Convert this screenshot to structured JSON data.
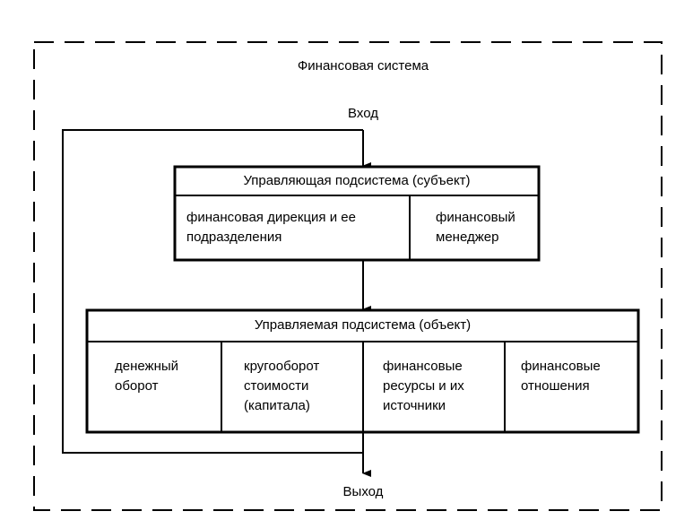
{
  "diagram": {
    "title": "Финансовая система",
    "input_label": "Вход",
    "output_label": "Выход",
    "controlling_subsystem": {
      "header": "Управляющая подсистема (субъект)",
      "cells": [
        {
          "lines": [
            "финансовая дирекция и ее",
            "подразделения"
          ]
        },
        {
          "lines": [
            "финансовый",
            "менеджер"
          ]
        }
      ]
    },
    "controlled_subsystem": {
      "header": "Управляемая подсистема (объект)",
      "cells": [
        {
          "lines": [
            "денежный",
            "оборот"
          ]
        },
        {
          "lines": [
            "кругооборот",
            "стоимости",
            "(капитала)"
          ]
        },
        {
          "lines": [
            "финансовые",
            "ресурсы и их",
            "источники"
          ]
        },
        {
          "lines": [
            "финансовые",
            "отношения"
          ]
        }
      ]
    },
    "connections": [
      {
        "from": "Вход",
        "to": "Управляющая подсистема (субъект)"
      },
      {
        "from": "Управляющая подсистема (субъект)",
        "to": "Управляемая подсистема (объект)"
      },
      {
        "from": "Управляемая подсистема (объект)",
        "to": "Выход"
      },
      {
        "from": "Управляемая подсистема (объект)",
        "to": "Управляющая подсистема (субъект)",
        "type": "feedback"
      }
    ]
  }
}
